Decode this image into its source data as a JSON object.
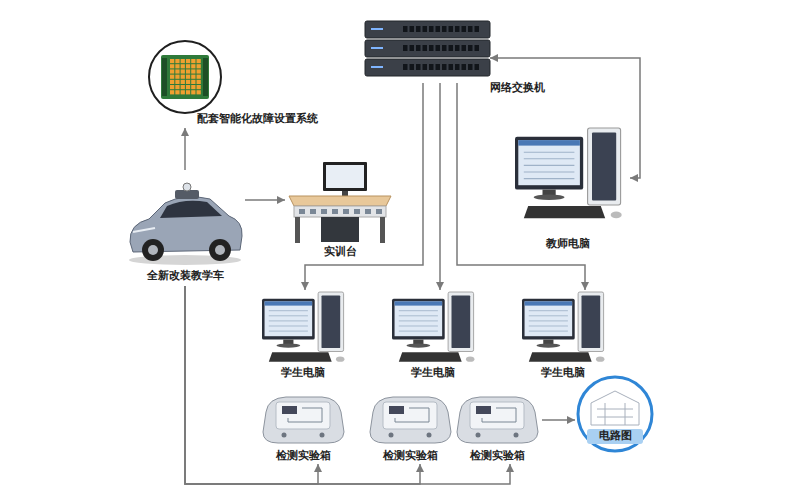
{
  "diagram": {
    "nodes": [
      {
        "text": [
          "配套智能化故障设置系统"
        ]
      },
      {
        "text": [
          "网络交换机"
        ]
      },
      {
        "text": [
          "全新改装教学车"
        ]
      },
      {
        "text": [
          "实训台"
        ]
      },
      {
        "text": [
          "教师电脑"
        ]
      },
      {
        "text": [
          "学生电脑"
        ]
      },
      {
        "text": [
          "学生电脑"
        ]
      },
      {
        "text": [
          "学生电脑"
        ]
      },
      {
        "text": [
          "检测实验箱"
        ]
      },
      {
        "text": [
          "检测实验箱"
        ]
      },
      {
        "text": [
          "检测实验箱"
        ]
      },
      {
        "text": [
          "电路图"
        ]
      }
    ],
    "edges": [
      {
        "from": 2,
        "to": 0,
        "arrow": "to"
      },
      {
        "from": 2,
        "to": 3,
        "arrow": "to"
      },
      {
        "from": 1,
        "to": 4,
        "arrow": "both"
      },
      {
        "from": 1,
        "to": 5,
        "arrow": "to"
      },
      {
        "from": 1,
        "to": 6,
        "arrow": "to"
      },
      {
        "from": 1,
        "to": 7,
        "arrow": "to"
      },
      {
        "from": 2,
        "to": 8,
        "arrow": "to"
      },
      {
        "from": 2,
        "to": 9,
        "arrow": "to"
      },
      {
        "from": 2,
        "to": 10,
        "arrow": "to"
      },
      {
        "from": 10,
        "to": 11,
        "arrow": "to"
      }
    ]
  }
}
